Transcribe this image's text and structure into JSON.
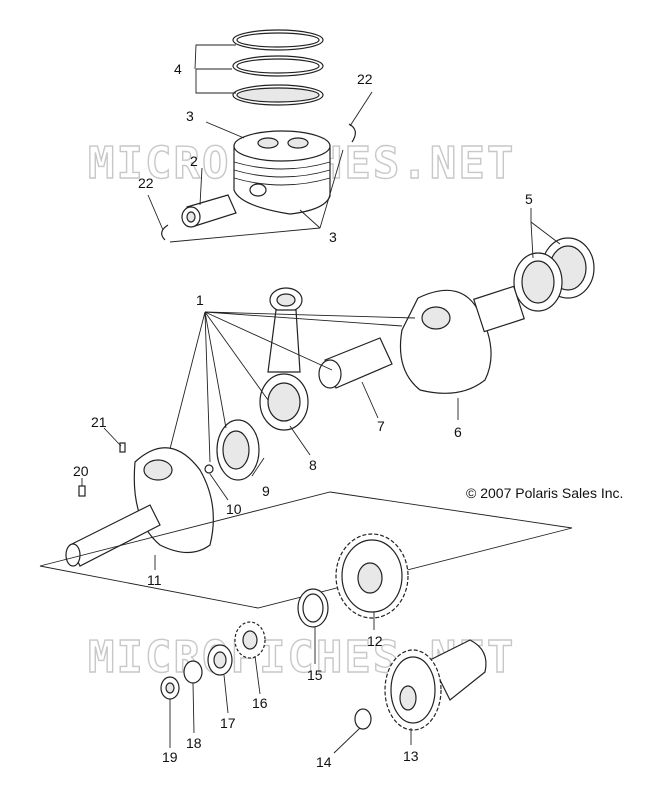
{
  "watermark": "MICROFICHES.NET",
  "copyright": "© 2007 Polaris Sales Inc.",
  "callouts": {
    "c1": "1",
    "c2": "2",
    "c3a": "3",
    "c3b": "3",
    "c4": "4",
    "c5": "5",
    "c6": "6",
    "c7": "7",
    "c8": "8",
    "c9": "9",
    "c10": "10",
    "c11": "11",
    "c12": "12",
    "c13": "13",
    "c14": "14",
    "c15": "15",
    "c16": "16",
    "c17": "17",
    "c18": "18",
    "c19": "19",
    "c20": "20",
    "c21": "21",
    "c22a": "22",
    "c22b": "22"
  }
}
